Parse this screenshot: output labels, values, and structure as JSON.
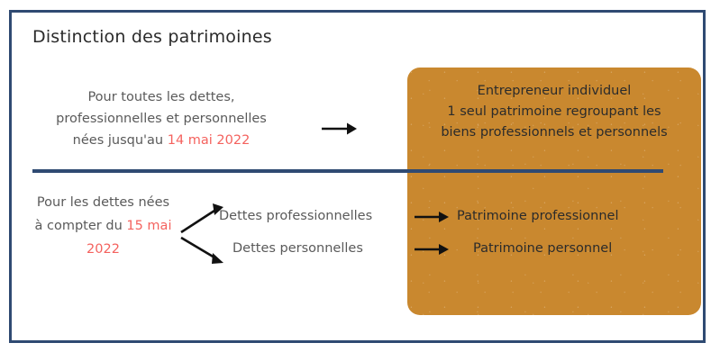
{
  "frame": {
    "border_color": "#2f4a72"
  },
  "title": "Distinction des patrimoines",
  "divider": {
    "color": "#2f4a72"
  },
  "colors": {
    "ochre_panel": "#c9882f",
    "navy": "#2f4a72",
    "red_date": "#f4625e",
    "body_text": "#5a5a5a",
    "dark_text": "#2b2b2b"
  },
  "upper_section": {
    "paragraph": {
      "line1": "Pour toutes les dettes,",
      "line2": "professionnelles et personnelles",
      "line3_prefix": "nées jusqu'au ",
      "line3_date": "14 mai 2022"
    },
    "arrow_name": "right-arrow-icon",
    "panel": {
      "line1": "Entrepreneur individuel",
      "line2": "1 seul patrimoine regroupant les",
      "line3": "biens professionnels et personnels"
    }
  },
  "lower_section": {
    "paragraph": {
      "line1": "Pour les dettes nées",
      "line2_prefix": "à compter du ",
      "line2_date": "15 mai",
      "line3_date": "2022"
    },
    "branches": [
      {
        "debt_label": "Dettes professionnelles",
        "estate_label": "Patrimoine professionnel"
      },
      {
        "debt_label": "Dettes personnelles",
        "estate_label": "Patrimoine personnel"
      }
    ]
  }
}
